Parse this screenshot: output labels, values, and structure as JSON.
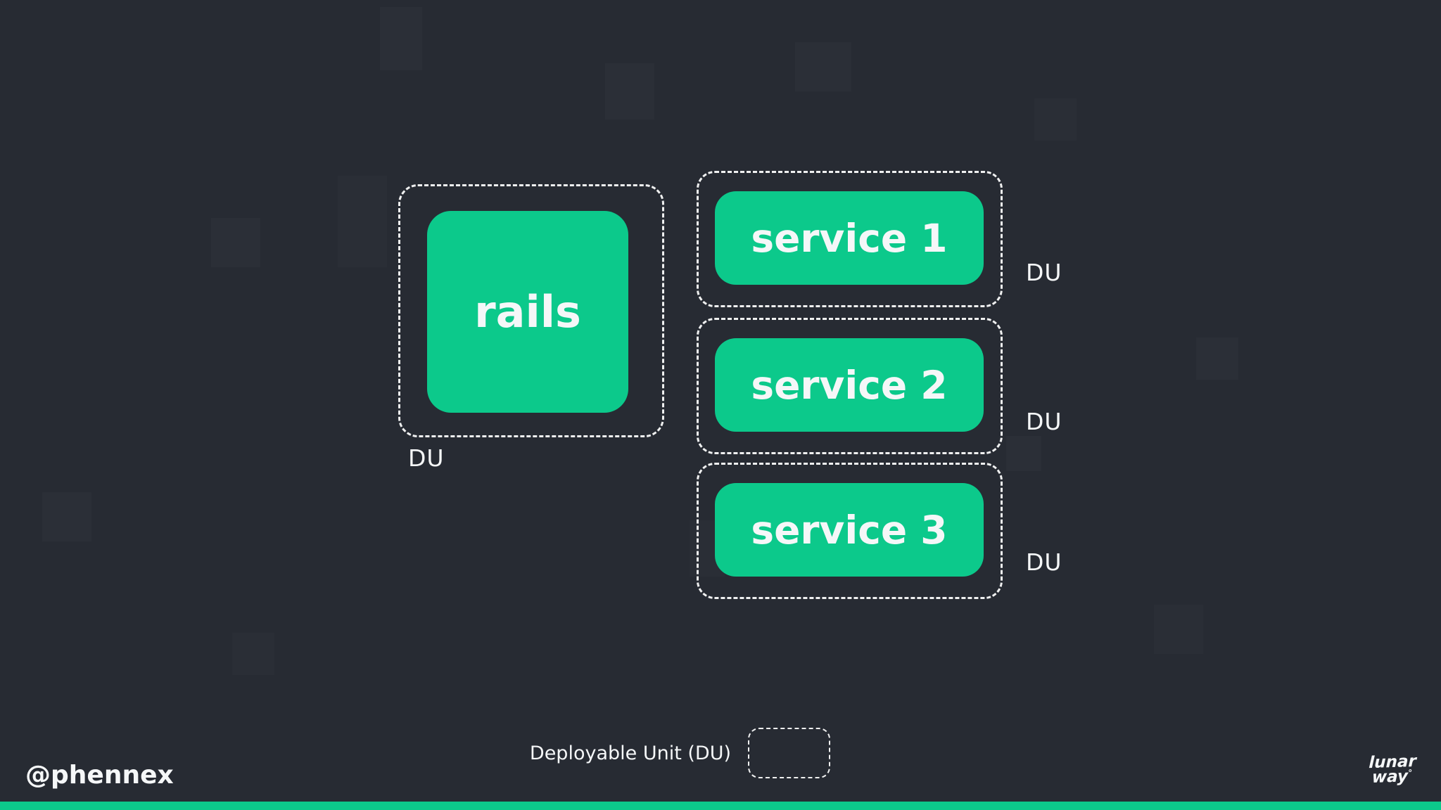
{
  "theme": {
    "background": "#272b33",
    "accent": "#0cc98b",
    "text": "#f5f7f8"
  },
  "diagram": {
    "monolith": {
      "label": "rails",
      "du_label": "DU"
    },
    "services": [
      {
        "label": "service 1",
        "du_label": "DU"
      },
      {
        "label": "service 2",
        "du_label": "DU"
      },
      {
        "label": "service 3",
        "du_label": "DU"
      }
    ],
    "legend": {
      "label": "Deployable Unit (DU)"
    }
  },
  "footer": {
    "handle": "@phennex",
    "logo_line1": "lunar",
    "logo_line2": "way",
    "logo_mark": "°"
  }
}
